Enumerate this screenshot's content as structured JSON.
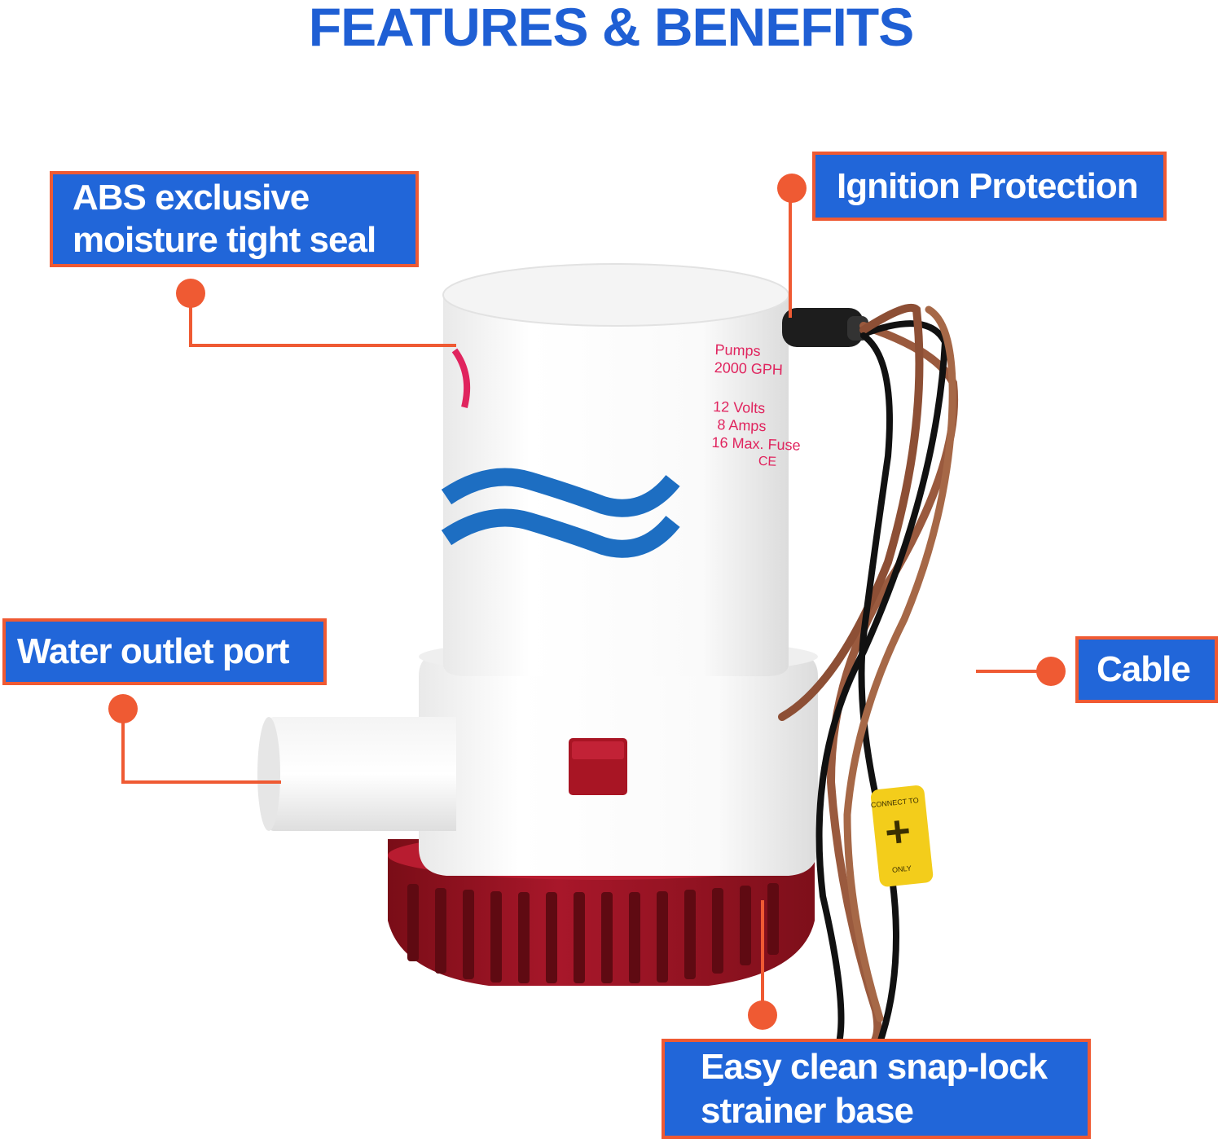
{
  "title": "FEATURES & BENEFITS",
  "callouts": {
    "seal": {
      "line1": "ABS exclusive",
      "line2": "moisture tight seal"
    },
    "ignition": {
      "text": "Ignition Protection"
    },
    "outlet": {
      "text": "Water outlet port"
    },
    "cable": {
      "text": "Cable"
    },
    "strainer": {
      "line1": "Easy clean snap-lock",
      "line2": "strainer base"
    }
  },
  "pump_label": {
    "pumps": "Pumps",
    "gph": "2000 GPH",
    "volts": "12 Volts",
    "amps": "8 Amps",
    "fuse": "16 Max. Fuse",
    "ce": "CE"
  },
  "tag": {
    "top": "CONNECT TO",
    "symbol": "+",
    "bottom": "ONLY"
  },
  "colors": {
    "accent": "#ef5a33",
    "label_bg": "#2166d9",
    "title": "#1f5fd4",
    "base": "#9e1420",
    "wave": "#1d6ec2",
    "print": "#e0245e"
  },
  "icons": {
    "wave": "wave-icon",
    "plus": "plus-icon"
  }
}
